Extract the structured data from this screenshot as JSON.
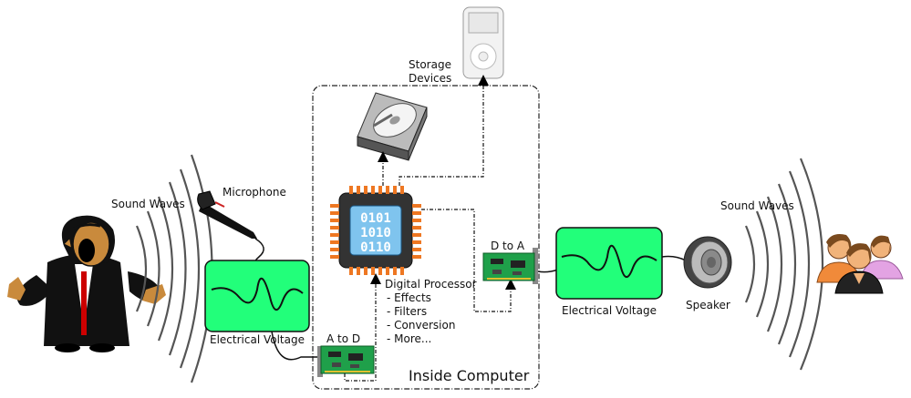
{
  "labels": {
    "sound_waves_left": "Sound Waves",
    "microphone": "Microphone",
    "electrical_voltage_left": "Electrical Voltage",
    "a_to_d": "A to D",
    "storage_devices_line1": "Storage",
    "storage_devices_line2": "Devices",
    "digital_processor_title": "Digital Processor",
    "digital_processor_items": [
      "- Effects",
      "- Filters",
      "- Conversion",
      "- More..."
    ],
    "chip_bits": [
      "0101",
      "1010",
      "0110"
    ],
    "d_to_a": "D to A",
    "electrical_voltage_right": "Electrical Voltage",
    "speaker": "Speaker",
    "sound_waves_right": "Sound Waves",
    "inside_computer": "Inside Computer"
  },
  "colors": {
    "voltage_panel": "#22ff7a",
    "chip_body": "#333333",
    "chip_pins": "#ee7722",
    "chip_core": "#7fc4ee",
    "card_green": "#1fa04a",
    "person_red": "#cc0000"
  },
  "icons": [
    "singer-icon",
    "microphone-icon",
    "hard-drive-icon",
    "media-player-icon",
    "processor-chip-icon",
    "circuit-card-icon",
    "speaker-icon",
    "audience-icon",
    "sound-wave-icon"
  ]
}
